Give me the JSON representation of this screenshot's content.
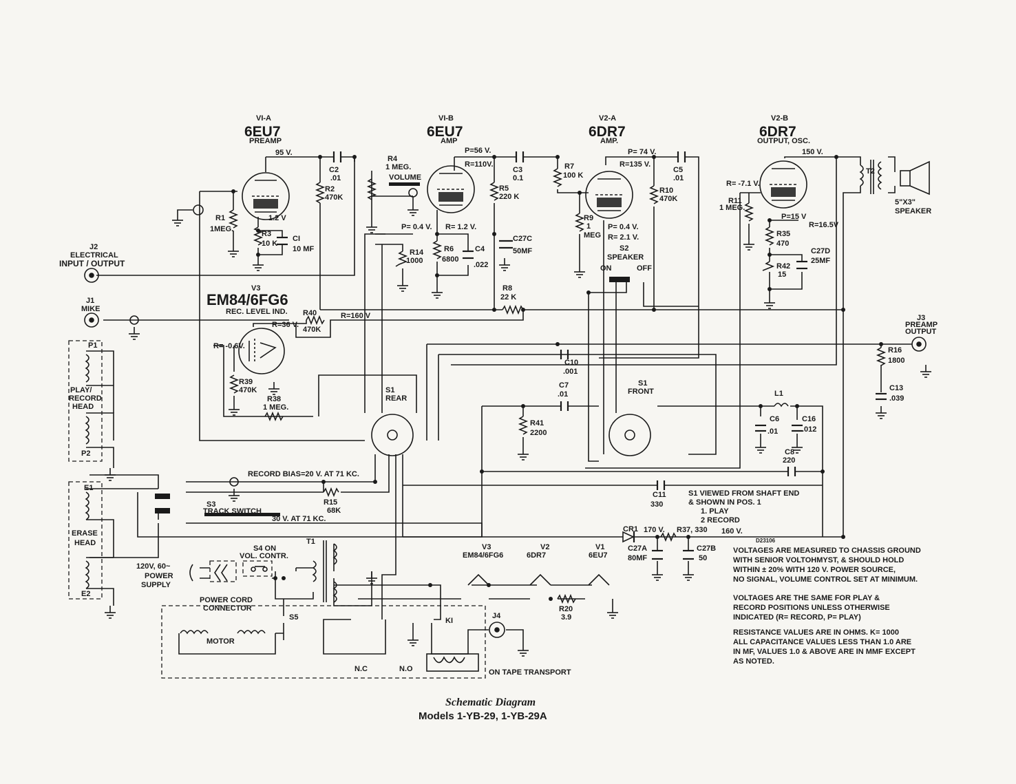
{
  "tubes": {
    "v1a": {
      "id": "VI-A",
      "type": "6EU7",
      "role": "PREAMP"
    },
    "v1b": {
      "id": "VI-B",
      "type": "6EU7",
      "role": "AMP"
    },
    "v2a": {
      "id": "V2-A",
      "type": "6DR7",
      "role": "AMP."
    },
    "v2b": {
      "id": "V2-B",
      "type": "6DR7",
      "role": "OUTPUT, OSC."
    },
    "v3": {
      "id": "V3",
      "type": "EM84/6FG6",
      "role": "REC. LEVEL IND."
    }
  },
  "voltages": {
    "v95": "95 V.",
    "p56": "P=56 V.",
    "r110": "R=110V.",
    "p74": "P= 74 V.",
    "r135": "R=135 V.",
    "v150": "150 V.",
    "v12": "1.2 V",
    "p04a": "P= 0.4 V.",
    "r12": "R= 1.2 V.",
    "p04b": "P= 0.4 V.",
    "r21": "R= 2.1 V.",
    "rm71": "R= -7.1 V.",
    "p15": "P=15 V",
    "r165": "R=16.5V",
    "r160": "R=160 V",
    "r36": "R=36 V.",
    "rm06": "R= -0.6V.",
    "bias": "RECORD BIAS=20 V. AT 71 KC.",
    "v30": "30 V. AT 71 KC.",
    "v170": "170 V.",
    "v160": "160 V."
  },
  "parts": {
    "c2": "C2",
    "c2v": ".01",
    "r2": "R2",
    "r2v": "470K",
    "r4": "R4",
    "r4v": "1 MEG.",
    "r4f": "VOLUME",
    "c3": "C3",
    "c3v": "0.1",
    "r5": "R5",
    "r5v": "220 K",
    "r7": "R7",
    "r7v": "100 K",
    "c5": "C5",
    "c5v": ".01",
    "r10": "R10",
    "r10v": "470K",
    "r1": "R1",
    "r1v": "1MEG.",
    "r3": "R3",
    "r3v": "10 K",
    "c1": "CI",
    "c1v": "10 MF",
    "r14": "R14",
    "r14v": "1000",
    "r6": "R6",
    "r6v": "6800",
    "c4": "C4",
    "c4v": ".022",
    "c27c": "C27C",
    "c27cv": "50MF",
    "r9": "R9",
    "r9v": "1",
    "r9u": "MEG",
    "r11": "R11",
    "r11v": "1 MEG.",
    "r35": "R35",
    "r35v": "470",
    "c27d": "C27D",
    "c27dv": "25MF",
    "r42": "R42",
    "r42v": "15",
    "r8": "R8",
    "r8v": "22 K",
    "r40": "R40",
    "r40v": "470K",
    "r39": "R39",
    "r39v": "470K",
    "r38": "R38",
    "r38v": "1 MEG.",
    "c10": "C10",
    "c10v": ".001",
    "c7": "C7",
    "c7v": ".01",
    "r41": "R41",
    "r41v": "2200",
    "r16": "R16",
    "r16v": "1800",
    "c13": "C13",
    "c13v": ".039",
    "l1": "L1",
    "c6": "C6",
    "c6v": ".01",
    "c16": "C16",
    "c16v": ".012",
    "c8": "C8",
    "c8v": "220",
    "c11": "C11",
    "c11v": "330",
    "r15": "R15",
    "r15v": "68K",
    "cr1": "CR1",
    "r37": "R37, 330",
    "c27a": "C27A",
    "c27av": "80MF",
    "c27b": "C27B",
    "c27bv": "50",
    "r20": "R20",
    "r20v": "3.9",
    "t1": "T1",
    "t2": "T2",
    "k1": "KI",
    "j4": "J4"
  },
  "labels": {
    "j2": "J2",
    "j2a": "ELECTRICAL",
    "j2b": "INPUT / OUTPUT",
    "j1": "J1",
    "j1a": "MIKE",
    "j3": "J3",
    "j3a": "PREAMP",
    "j3b": "OUTPUT",
    "speaker": "5\"X3\"",
    "speaker2": "SPEAKER",
    "s2": "S2",
    "s2a": "SPEAKER",
    "on": "ON",
    "off": "OFF",
    "s1rear": "S1",
    "s1reara": "REAR",
    "s1front": "S1",
    "s1fronta": "FRONT",
    "p1": "P1",
    "p2": "P2",
    "playhead1": "PLAY/",
    "playhead2": "RECORD",
    "playhead3": "HEAD",
    "e1": "E1",
    "e2": "E2",
    "erase1": "ERASE",
    "erase2": "HEAD",
    "s3": "S3",
    "s3a": "TRACK SWITCH",
    "s4": "S4 ON",
    "s4a": "VOL. CONTR.",
    "power1": "120V, 60~",
    "power2": "POWER",
    "power3": "SUPPLY",
    "cord1": "POWER CORD",
    "cord2": "CONNECTOR",
    "s5": "S5",
    "motor": "MOTOR",
    "nc": "N.C",
    "no": "N.O",
    "ontape": "ON TAPE TRANSPORT",
    "fil_v3": "V3",
    "fil_v3a": "EM84/6FG6",
    "fil_v2": "V2",
    "fil_v2a": "6DR7",
    "fil_v1": "V1",
    "fil_v1a": "6EU7",
    "drawno": "D23106",
    "s1view1": "S1  VIEWED FROM SHAFT END",
    "s1view2": "& SHOWN IN POS. 1",
    "s1view3": "1. PLAY",
    "s1view4": "2 RECORD"
  },
  "notes": [
    "VOLTAGES ARE MEASURED TO CHASSIS GROUND",
    "WITH SENIOR VOLTOHMYST, & SHOULD HOLD",
    "WITHIN ± 20% WITH 120 V. POWER SOURCE,",
    "NO SIGNAL, VOLUME CONTROL SET AT MINIMUM.",
    "VOLTAGES ARE THE SAME FOR PLAY &",
    "RECORD POSITIONS UNLESS OTHERWISE",
    "INDICATED (R= RECORD, P= PLAY)",
    "RESISTANCE VALUES ARE IN OHMS.  K= 1000",
    "ALL CAPACITANCE VALUES LESS THAN 1.0 ARE",
    "IN MF, VALUES 1.0 & ABOVE ARE IN MMF EXCEPT",
    "AS NOTED."
  ],
  "caption": {
    "title": "Schematic Diagram",
    "models": "Models 1-YB-29, 1-YB-29A"
  }
}
